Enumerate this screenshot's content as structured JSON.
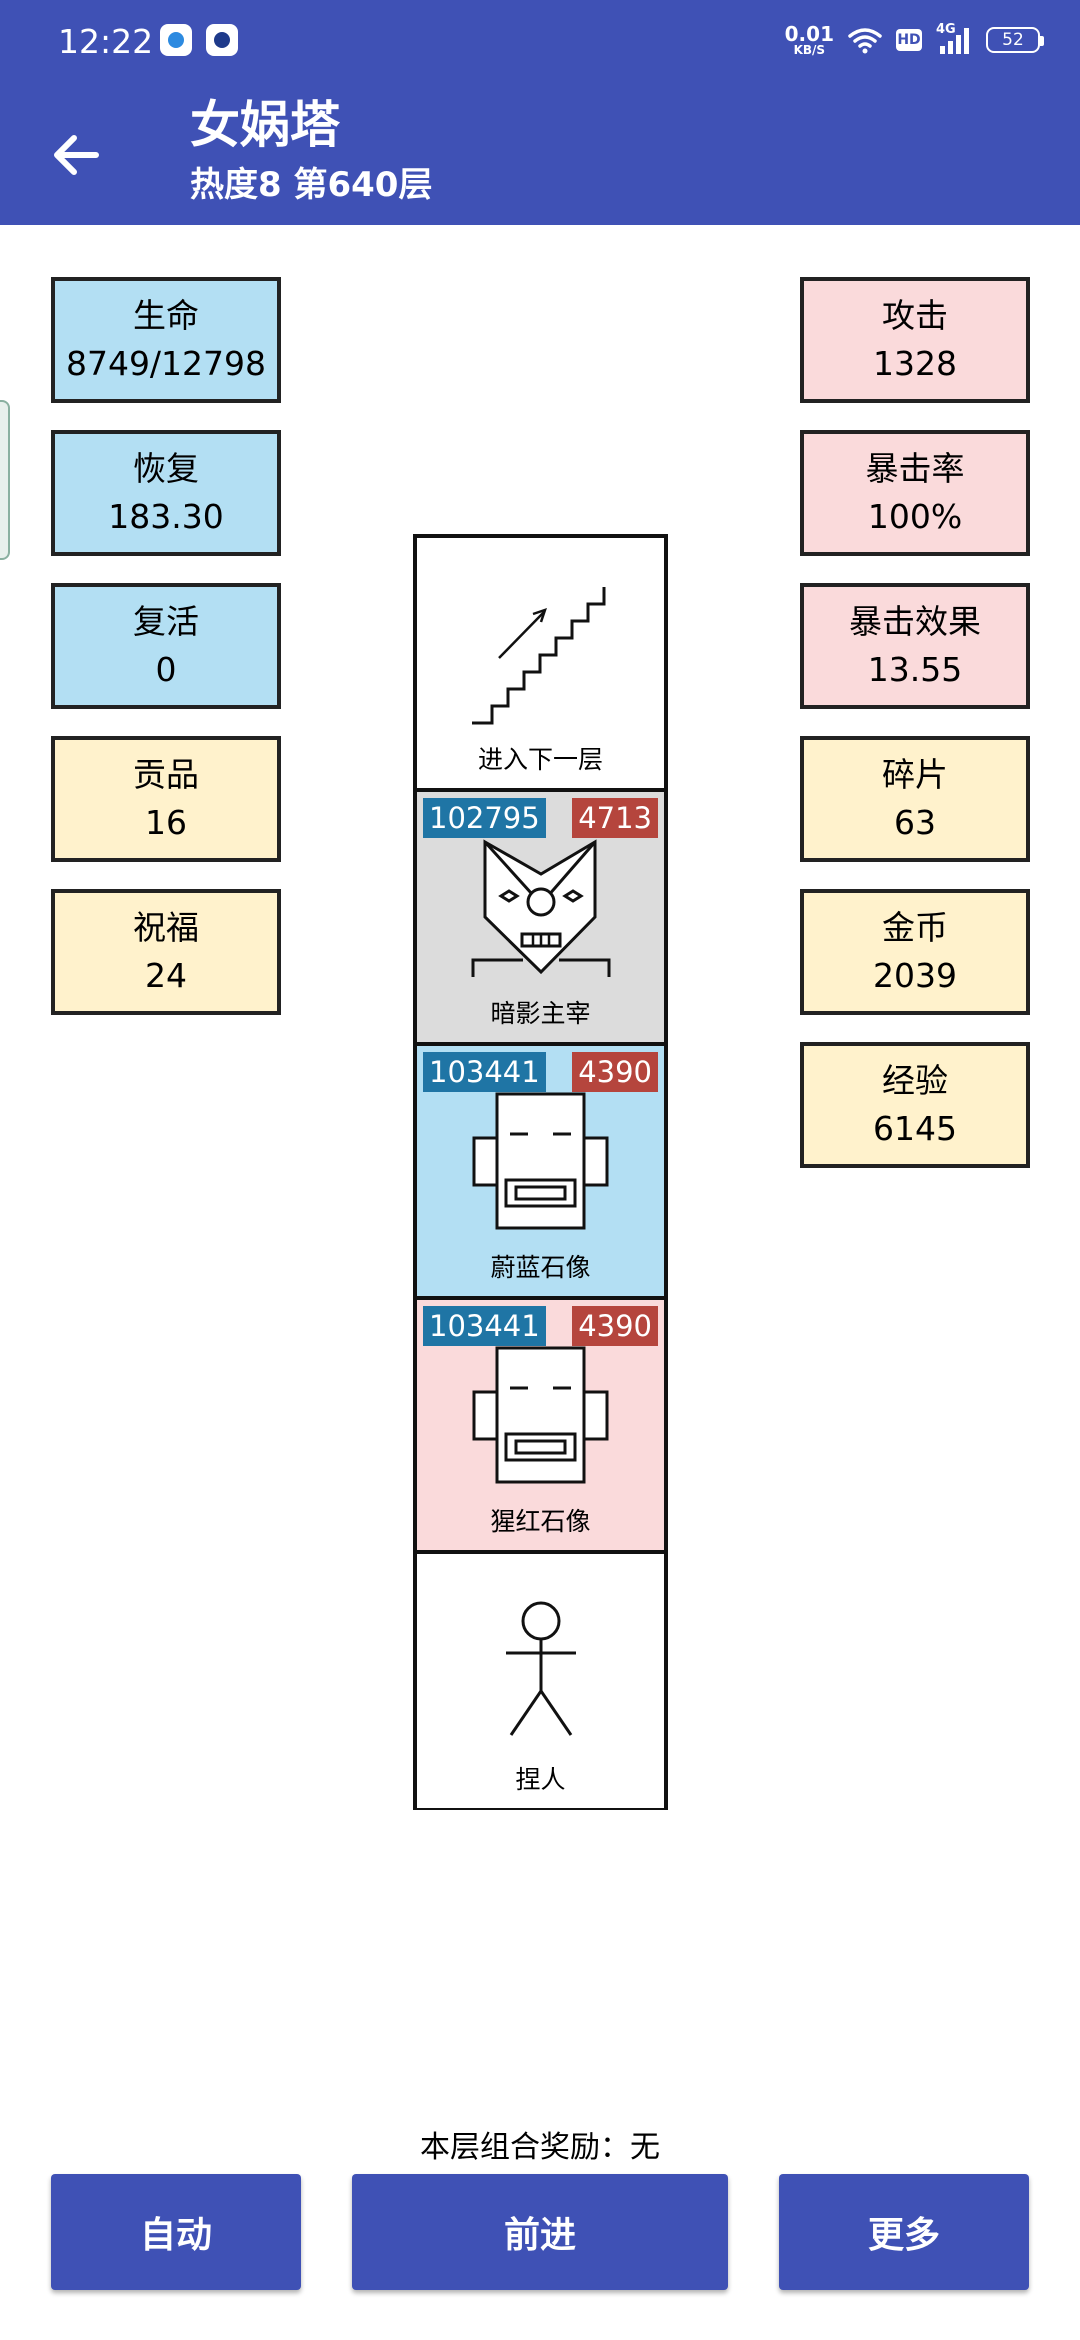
{
  "status": {
    "time": "12:22",
    "net_speed": "0.01",
    "net_unit": "KB/S",
    "hd": "HD",
    "network": "4G",
    "battery": "52"
  },
  "header": {
    "title": "女娲塔",
    "subtitle": "热度8 第640层"
  },
  "stats_left": [
    {
      "label": "生命",
      "value": "8749/12798",
      "color": "#b3dff3"
    },
    {
      "label": "恢复",
      "value": "183.30",
      "color": "#b3dff3"
    },
    {
      "label": "复活",
      "value": "0",
      "color": "#b3dff3"
    },
    {
      "label": "贡品",
      "value": "16",
      "color": "#fff2cc"
    },
    {
      "label": "祝福",
      "value": "24",
      "color": "#fff2cc"
    }
  ],
  "stats_right": [
    {
      "label": "攻击",
      "value": "1328",
      "color": "#fadadb"
    },
    {
      "label": "暴击率",
      "value": "100%",
      "color": "#fadadb"
    },
    {
      "label": "暴击效果",
      "value": "13.55",
      "color": "#fadadb"
    },
    {
      "label": "碎片",
      "value": "63",
      "color": "#fff2cc"
    },
    {
      "label": "金币",
      "value": "2039",
      "color": "#fff2cc"
    },
    {
      "label": "经验",
      "value": "6145",
      "color": "#fff2cc"
    }
  ],
  "tower": [
    {
      "label": "进入下一层",
      "icon": "stairs-icon",
      "bg": "#ffffff"
    },
    {
      "label": "暗影主宰",
      "icon": "shadow-lord-icon",
      "bg": "#dcdcdc",
      "hp": "102795",
      "atk": "4713"
    },
    {
      "label": "蔚蓝石像",
      "icon": "azure-statue-icon",
      "bg": "#b3dff3",
      "hp": "103441",
      "atk": "4390"
    },
    {
      "label": "猩红石像",
      "icon": "crimson-statue-icon",
      "bg": "#fadadb",
      "hp": "103441",
      "atk": "4390"
    },
    {
      "label": "捏人",
      "icon": "stick-figure-icon",
      "bg": "#ffffff"
    }
  ],
  "reward": "本层组合奖励：无",
  "buttons": {
    "auto": "自动",
    "forward": "前进",
    "more": "更多"
  },
  "colors": {
    "primary": "#3f51b5",
    "hp_badge": "#1f75a5",
    "atk_badge": "#b5453d"
  }
}
